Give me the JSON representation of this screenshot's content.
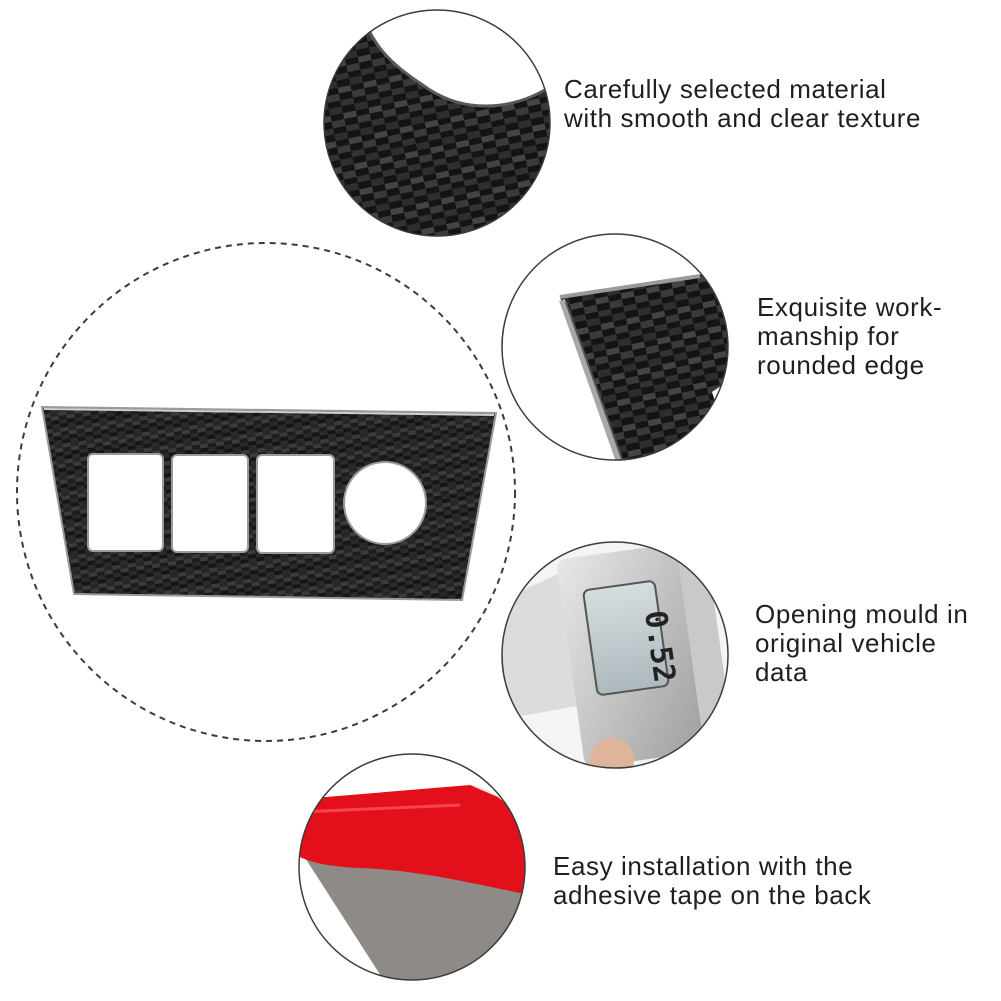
{
  "features": [
    {
      "lines": [
        "Carefully selected material",
        "with smooth and clear texture"
      ],
      "icon": "carbon-texture-closeup"
    },
    {
      "lines": [
        "Exquisite work-",
        "manship for",
        "rounded edge"
      ],
      "icon": "rounded-edge-closeup"
    },
    {
      "lines": [
        "Opening mould in",
        "original vehicle",
        "data"
      ],
      "icon": "digital-caliper"
    },
    {
      "lines": [
        "Easy installation with the",
        "adhesive tape on the back"
      ],
      "icon": "adhesive-tape-backing"
    }
  ],
  "caliper_reading": "0.52",
  "colors": {
    "carbon_dark": "#1a1a1a",
    "carbon_light": "#3a3a3a",
    "tape_red": "#e3101c",
    "circle_stroke": "#3c3c3c",
    "text": "#1f1f1f"
  }
}
